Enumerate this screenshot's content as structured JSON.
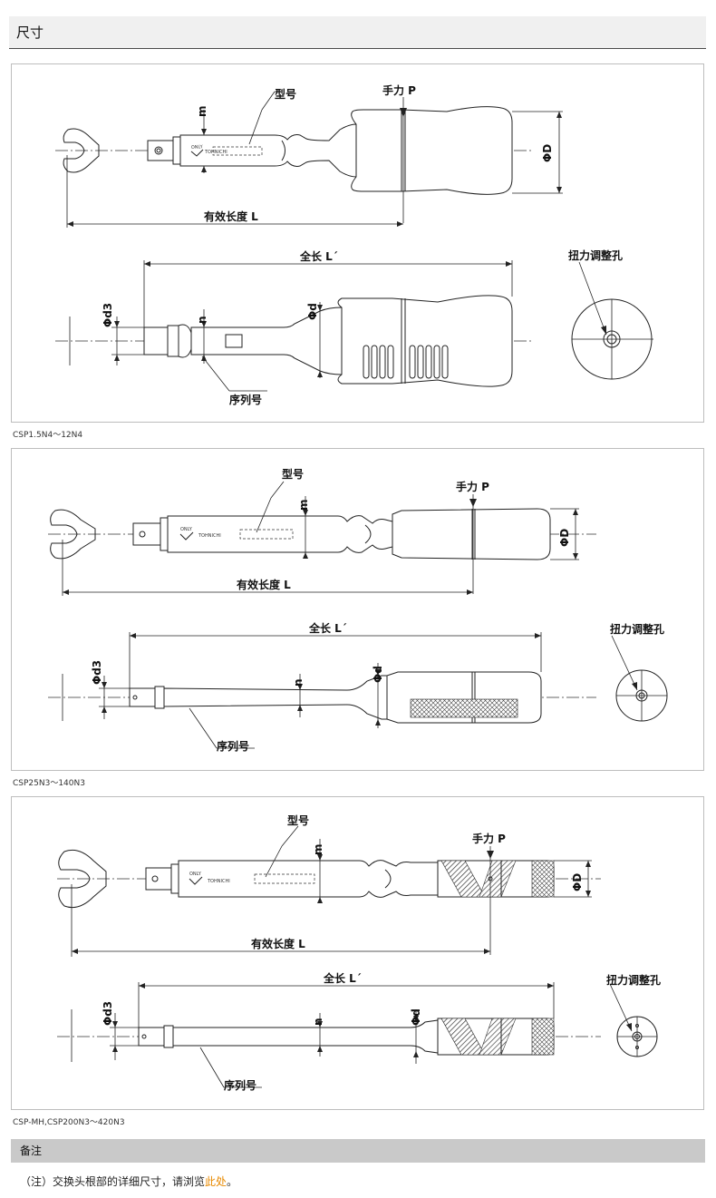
{
  "section": {
    "title": "尺寸"
  },
  "labels": {
    "model": "型号",
    "hand_force": "手力 P",
    "phi_D": "ΦD",
    "phi_d": "Φd",
    "phi_d3": "Φd3",
    "m": "m",
    "n": "n",
    "effective_length": "有效长度 L",
    "total_length": "全长 L´",
    "serial": "序列号",
    "torque_hole": "扭力调整孔",
    "brand": "TOHNICHI",
    "only": "ONLY"
  },
  "diagrams": [
    {
      "caption": "CSP1.5N4～12N4"
    },
    {
      "caption": "CSP25N3～140N3"
    },
    {
      "caption": "CSP-MH,CSP200N3～420N3"
    }
  ],
  "remarks": {
    "title": "备注",
    "note_prefix": "（注）交换头根部的详细尺寸，请浏览",
    "note_link": "此处",
    "note_suffix": "。"
  },
  "colors": {
    "link": "#e88a00",
    "remarks_bar": "#c9c9c9",
    "header_bg": "#f0f0f0"
  }
}
